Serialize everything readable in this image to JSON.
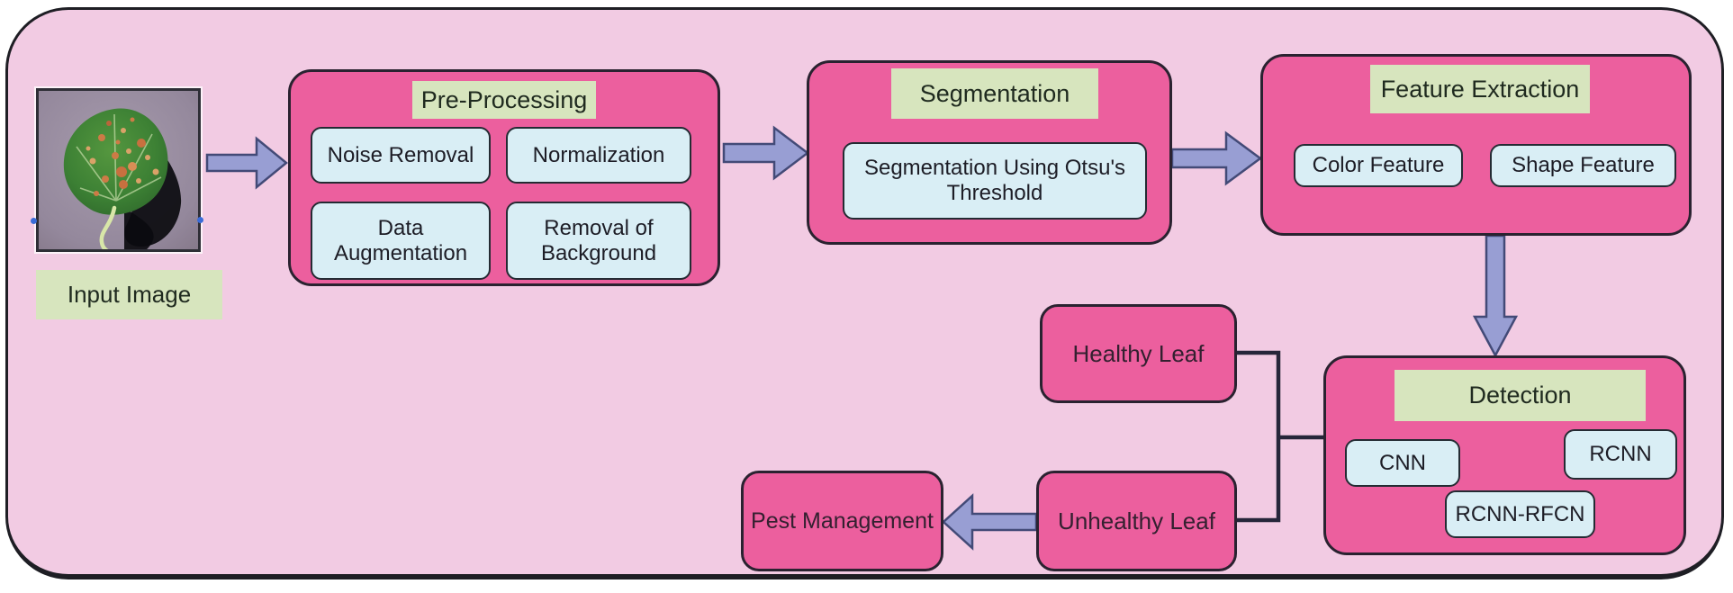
{
  "figure": {
    "input_label": "Input Image",
    "preprocessing": {
      "title": "Pre-Processing",
      "items": [
        "Noise Removal",
        "Normalization",
        "Data Augmentation",
        "Removal of Background"
      ]
    },
    "segmentation": {
      "title": "Segmentation",
      "items": [
        "Segmentation Using Otsu's Threshold"
      ]
    },
    "feature_extraction": {
      "title": "Feature Extraction",
      "items": [
        "Color Feature",
        "Shape Feature"
      ]
    },
    "detection": {
      "title": "Detection",
      "items": [
        "CNN",
        "RCNN",
        "RCNN-RFCN"
      ]
    },
    "healthy_leaf": "Healthy Leaf",
    "unhealthy_leaf": "Unhealthy Leaf",
    "pest_management": "Pest Management"
  },
  "colors": {
    "pink": "#ec5f9e",
    "blue": "#d9eef5",
    "green": "#d7e5be",
    "canvas": "#f2cbe3",
    "arrow-fill": "#989ed3",
    "arrow-stroke": "#434a77",
    "line": "#26263a"
  }
}
